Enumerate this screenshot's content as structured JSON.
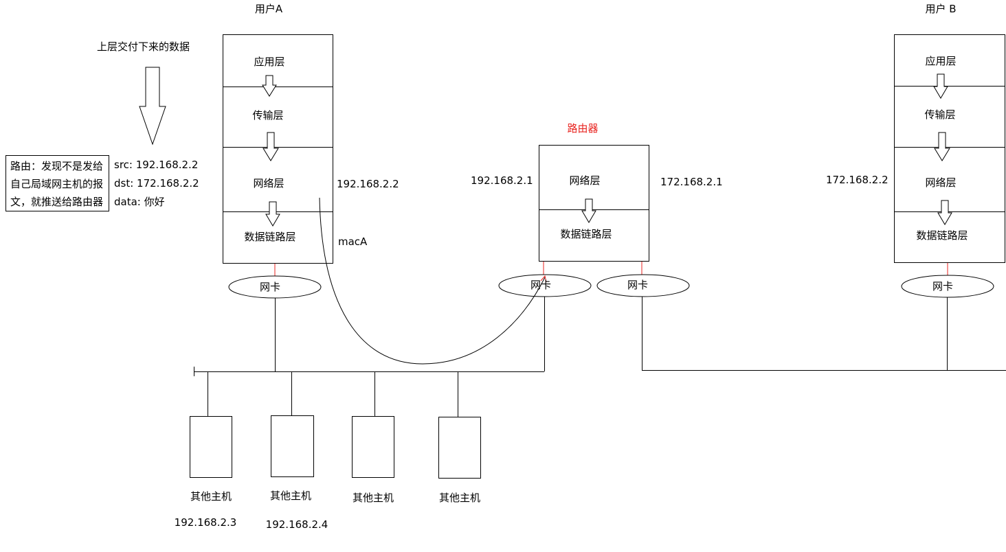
{
  "top_note": "上层交付下来的数据",
  "userA": {
    "title": "用户A",
    "layers": [
      "应用层",
      "传输层",
      "网络层",
      "数据链路层"
    ],
    "ip": "192.168.2.2",
    "mac": "macA",
    "nic": "网卡"
  },
  "router": {
    "title": "路由器",
    "layers": [
      "网络层",
      "数据链路层"
    ],
    "ip_left": "192.168.2.1",
    "ip_right": "172.168.2.1",
    "nic_left": "网卡",
    "nic_right": "网卡"
  },
  "userB": {
    "title": "用户 B",
    "layers": [
      "应用层",
      "传输层",
      "网络层",
      "数据链路层"
    ],
    "ip": "172.168.2.2",
    "nic": "网卡"
  },
  "routing_note": [
    "路由：发现不是发给",
    "自己局域网主机的报",
    "文，就推送给路由器"
  ],
  "packet": {
    "src": "src: 192.168.2.2",
    "dst": "dst: 172.168.2.2",
    "data": "data: 你好"
  },
  "hosts": [
    {
      "label": "其他主机",
      "ip": "192.168.2.3"
    },
    {
      "label": "其他主机",
      "ip": "192.168.2.4"
    },
    {
      "label": "其他主机",
      "ip": ""
    },
    {
      "label": "其他主机",
      "ip": ""
    }
  ],
  "colors": {
    "line": "#000000",
    "accent": "#e8231f"
  }
}
